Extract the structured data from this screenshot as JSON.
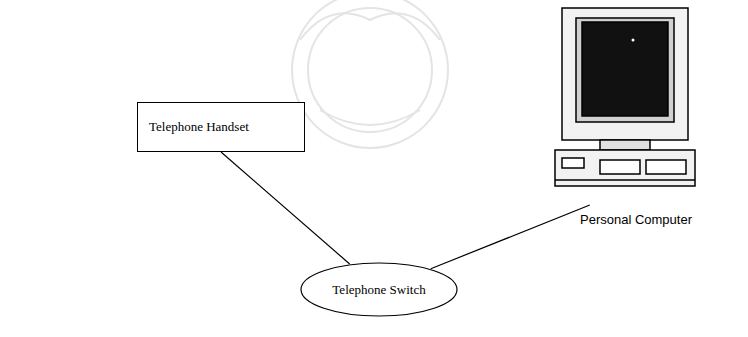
{
  "diagram": {
    "nodes": [
      {
        "text": [
          "Telephone Handset"
        ]
      },
      {
        "text": [
          "Personal Computer"
        ]
      },
      {
        "text": [
          "Telephone Switch"
        ]
      }
    ],
    "edges": [
      {
        "from": 0,
        "to": 2,
        "arrow": "none"
      },
      {
        "from": 1,
        "to": 2,
        "arrow": "none"
      }
    ]
  }
}
